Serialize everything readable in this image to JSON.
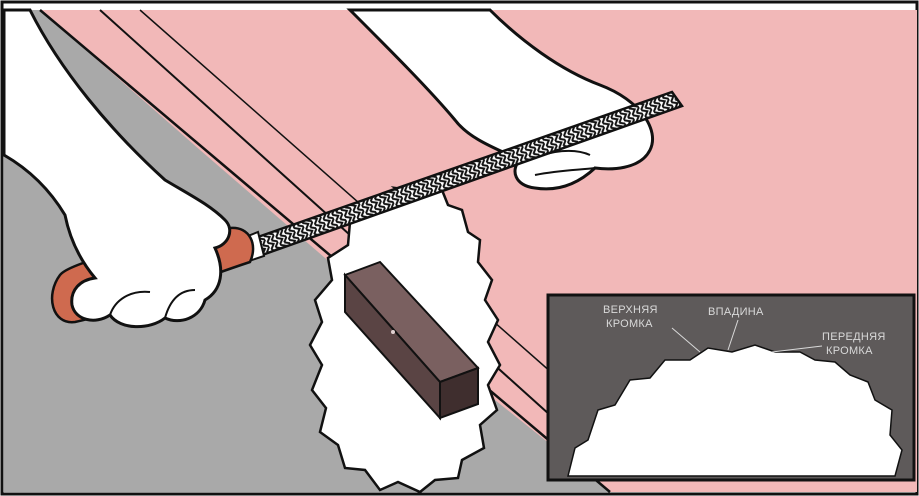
{
  "colors": {
    "table_top": "#f2b8b8",
    "table_side": "#a9a9a9",
    "handle": "#cf6a4f",
    "wood_block": "#5a4444",
    "inset_bg": "#5e5a5a",
    "outline": "#111111"
  },
  "inset": {
    "label_top_edge_line1": "ВЕРХНЯЯ",
    "label_top_edge_line2": "КРОМКА",
    "label_gullet": "ВПАДИНА",
    "label_front_edge_line1": "ПЕРЕДНЯЯ",
    "label_front_edge_line2": "КРОМКА"
  }
}
